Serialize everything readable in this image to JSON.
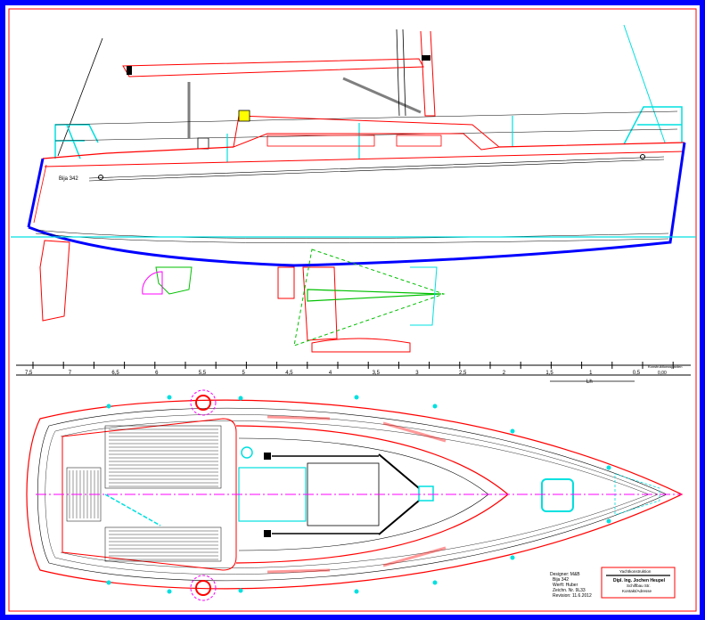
{
  "drawing": {
    "hull_label": "Bija 342",
    "colors": {
      "frame": "#0000ff",
      "outline": "#ff0000",
      "waterline": "#00ffff",
      "centerline": "#ff00ff",
      "keel": "#00cc00",
      "ink": "#000000"
    }
  },
  "scale": {
    "labels": [
      "7,5",
      "7",
      "6,5",
      "6",
      "5,5",
      "5",
      "4,5",
      "4",
      "3,5",
      "3",
      "2,5",
      "2",
      "1,5",
      "1",
      "0,5"
    ],
    "lh_label": "Lh",
    "right_note": "Konstruktionsspanten",
    "right_value": "0,00"
  },
  "title_block": {
    "info_lines": [
      "Designer: M&B",
      "Bija 342",
      "Werft: Huber",
      "Zeichn. Nr. 9L33",
      "Revision: 11.6.2012"
    ],
    "box_header": "Yachtkonstruktion",
    "box_name": "Dipl. Ing. Jochen Heupel",
    "box_line3": "Schiffbau Str.",
    "box_line4": "Kontakt/Adresse"
  }
}
